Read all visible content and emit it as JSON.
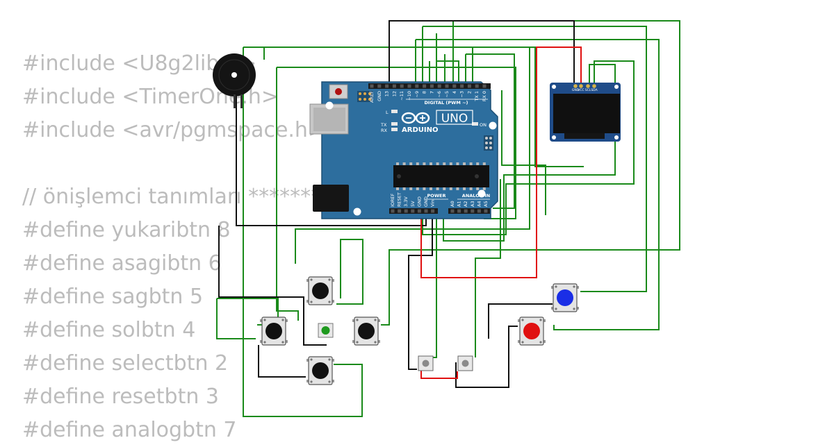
{
  "code_lines": [
    "#include <U8g2lib.h>",
    "#include <TimerOne.h>",
    "#include <avr/pgmspace.h>",
    "",
    "// önişlemci tanımları *****************",
    "#define yukaribtn 8",
    "#define asagibtn 6",
    "#define sagbtn 5",
    "#define solbtn 4",
    "#define selectbtn 2",
    "#define resetbtn 3",
    "#define analogbtn 7"
  ],
  "board": {
    "brand": "ARDUINO",
    "model": "UNO",
    "digital_header": "DIGITAL (PWM ~)",
    "power_header": "POWER",
    "analog_header": "ANALOG IN",
    "on_label": "ON",
    "led_labels": {
      "l": "L",
      "tx": "TX",
      "rx": "RX"
    },
    "digital_pins": [
      "AREF",
      "GND",
      "13",
      "12",
      "~11",
      "~10",
      "~9",
      "8",
      "7",
      "~6",
      "~5",
      "4",
      "~3",
      "2",
      "TX 1",
      "RX 0"
    ],
    "power_pins": [
      "IOREF",
      "RESET",
      "3.3V",
      "5V",
      "GND",
      "GND",
      "Vin"
    ],
    "analog_pins": [
      "A0",
      "A1",
      "A2",
      "A3",
      "A4",
      "A5"
    ]
  },
  "oled": {
    "pins": [
      "GND",
      "VCC",
      "SCL",
      "SDA"
    ]
  },
  "colors": {
    "board": "#2d6e9e",
    "wire_green": "#1a8a1a",
    "wire_black": "#111111",
    "wire_red": "#e01010",
    "button_red": "#e01010",
    "button_blue": "#1a2ee6",
    "led_green": "#1f9a1f"
  }
}
